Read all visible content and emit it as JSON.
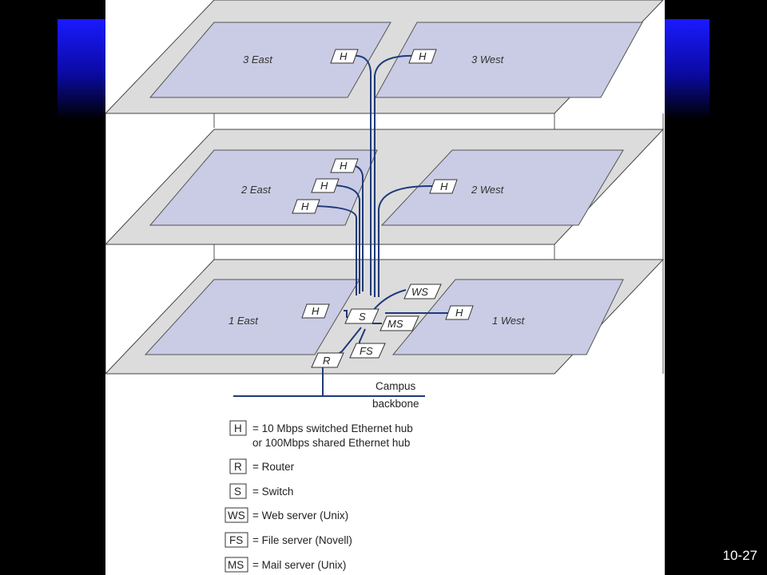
{
  "slide_number": "10-27",
  "areas": {
    "east3": "3 East",
    "west3": "3 West",
    "east2": "2 East",
    "west2": "2 West",
    "east1": "1 East",
    "west1": "1 West"
  },
  "devices": {
    "hub": "H",
    "switch": "S",
    "router": "R",
    "web_server": "WS",
    "mail_server": "MS",
    "file_server": "FS"
  },
  "backbone": {
    "line1": "Campus",
    "line2": "backbone"
  },
  "legend": [
    {
      "symbol": "H",
      "lines": [
        "= 10 Mbps switched Ethernet hub",
        "or 100Mbps shared Ethernet hub"
      ]
    },
    {
      "symbol": "R",
      "lines": [
        "= Router"
      ]
    },
    {
      "symbol": "S",
      "lines": [
        "= Switch"
      ]
    },
    {
      "symbol": "WS",
      "lines": [
        "= Web server (Unix)"
      ]
    },
    {
      "symbol": "FS",
      "lines": [
        "= File server (Novell)"
      ]
    },
    {
      "symbol": "MS",
      "lines": [
        "= Mail server (Unix)"
      ]
    }
  ],
  "colors": {
    "cable": "#1f3a7a",
    "room": "#c9cce4",
    "floor": "#dcdcdc",
    "title_band": "#1a1aff"
  }
}
